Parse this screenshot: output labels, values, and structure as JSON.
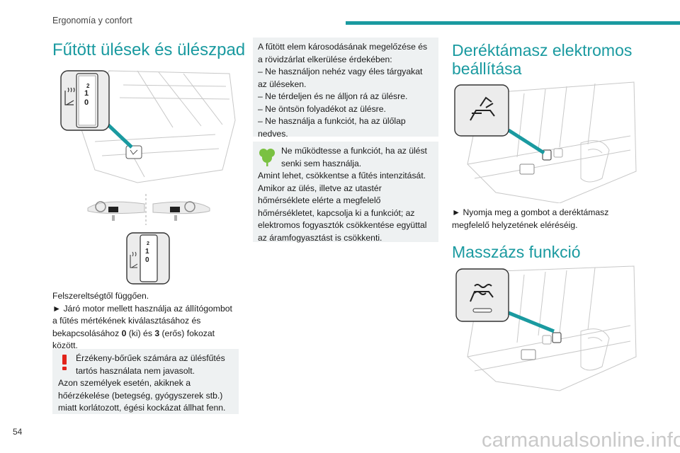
{
  "header": {
    "section": "Ergonomía y confort",
    "page_number": "54"
  },
  "watermark": "carmanualsonline.info",
  "col1": {
    "title": "Fűtött ülések és ülészpad",
    "dial_top": "2",
    "dial_mid": "1",
    "dial_bot": "0",
    "intro": "Felszereltségtől függően.",
    "instr_1": "► Járó motor mellett használja az állítógombot",
    "instr_2": "a fűtés mértékének kiválasztásához és",
    "instr_3_pre": "bekapcsolásához ",
    "instr_3_b1": "0",
    "instr_3_mid": " (ki) és ",
    "instr_3_b2": "3",
    "instr_3_post": " (erős) fokozat",
    "instr_4": "között.",
    "warn_l1": "Érzékeny-bőrűek számára az ülésfűtés",
    "warn_l2": "tartós használata nem javasolt.",
    "warn_l3": "Azon személyek esetén, akiknek a",
    "warn_l4": "hőérzékelése (betegség, gyógyszerek stb.)",
    "warn_l5": "miatt korlátozott, égési kockázat állhat fenn."
  },
  "col2": {
    "info_l1": "A fűtött elem károsodásának megelőzése és",
    "info_l2": "a rövidzárlat elkerülése érdekében:",
    "info_l3": "– Ne használjon nehéz vagy éles tárgyakat",
    "info_l4": "az üléseken.",
    "info_l5": "– Ne térdeljen és ne álljon rá az ülésre.",
    "info_l6": "– Ne öntsön folyadékot az ülésre.",
    "info_l7": "– Ne használja a funkciót, ha az ülőlap",
    "info_l8": "nedves.",
    "eco_l1": "Ne működtesse a funkciót, ha az ülést",
    "eco_l2": "senki sem használja.",
    "eco_l3": "Amint lehet, csökkentse a fűtés intenzitását.",
    "eco_l4": "Amikor az ülés, illetve az utastér",
    "eco_l5": "hőmérséklete elérte a megfelelő",
    "eco_l6": "hőmérsékletet, kapcsolja ki a funkciót; az",
    "eco_l7": "elektromos fogyasztók csökkentése együttal",
    "eco_l8": "az áramfogyasztást is csökkenti."
  },
  "col3": {
    "title1_l1": "Deréktámasz elektromos",
    "title1_l2": "beállítása",
    "instr_l1": "► Nyomja meg a gombot a deréktámasz",
    "instr_l2": "megfelelő helyzetének eléréséig.",
    "title2": "Masszázs funkció"
  },
  "colors": {
    "accent": "#1a9aa0",
    "warning": "#e2231a",
    "eco": "#7ac142",
    "box": "#eef1f2"
  }
}
